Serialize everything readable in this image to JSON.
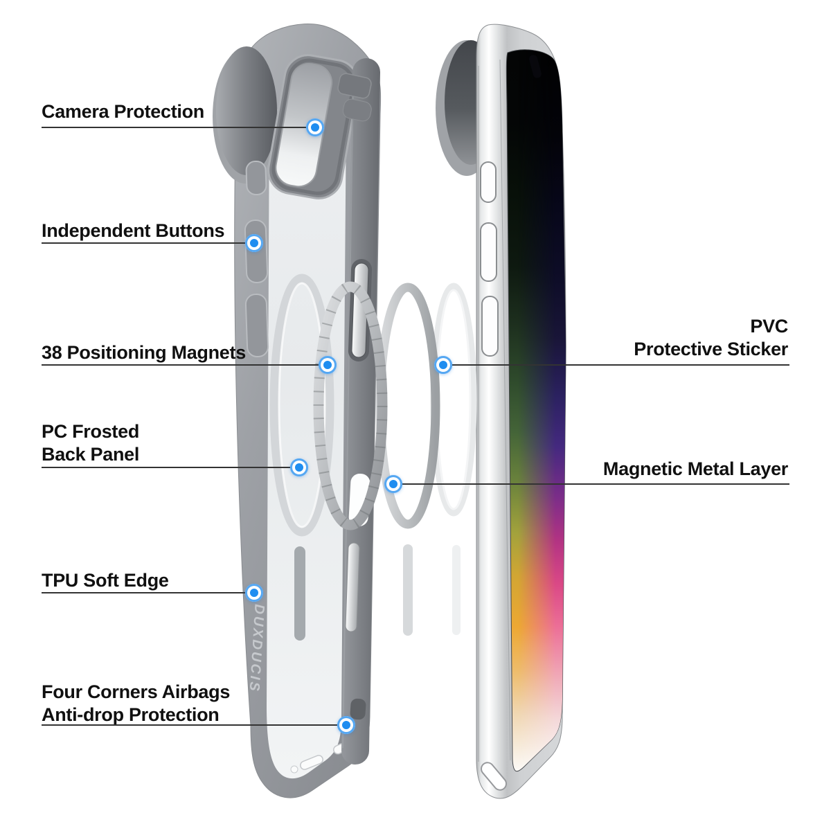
{
  "colors": {
    "accent_blue": "#1f8df0",
    "callout_line": "#333333",
    "label_text": "#101010",
    "case_gray": "#9a9da2",
    "brand_text_gray": "#c6c9cd"
  },
  "callouts": {
    "camera_protection": {
      "label": "Camera Protection"
    },
    "independent_buttons": {
      "label": "Independent Buttons"
    },
    "positioning_magnets": {
      "label": "38 Positioning Magnets"
    },
    "pc_frosted_back_panel": {
      "label": "PC Frosted\nBack Panel"
    },
    "tpu_soft_edge": {
      "label": "TPU Soft Edge"
    },
    "four_corners_airbags": {
      "label": "Four Corners Airbags\nAnti-drop Protection"
    },
    "pvc_protective_sticker": {
      "label": "PVC\nProtective Sticker"
    },
    "magnetic_metal_layer": {
      "label": "Magnetic Metal Layer"
    }
  },
  "product": {
    "brand_on_case": "DUXDUCIS"
  }
}
